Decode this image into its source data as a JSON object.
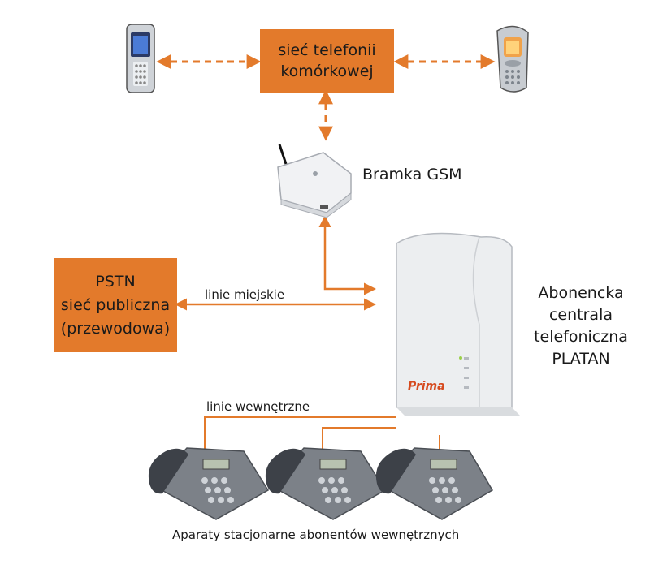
{
  "colors": {
    "accent": "#e37a2b",
    "line": "#e37a2b",
    "text": "#1a1a1a"
  },
  "mobile_network": {
    "line1": "sieć telefonii",
    "line2": "komórkowej"
  },
  "gsm_gateway": {
    "label": "Bramka GSM"
  },
  "pstn": {
    "line1": "PSTN",
    "line2": "sieć publiczna",
    "line3": "(przewodowa)"
  },
  "external_lines": {
    "label": "linie miejskie"
  },
  "pbx": {
    "line1": "Abonencka",
    "line2": "centrala",
    "line3": "telefoniczna",
    "line4": "PLATAN",
    "brand": "Prima"
  },
  "internal_lines": {
    "label": "linie wewnętrzne"
  },
  "desk_phones": {
    "caption": "Aparaty stacjonarne abonentów wewnętrznych",
    "count": 3
  },
  "mobile_phones": [
    "sony-ericsson-phone",
    "siemens-phone"
  ]
}
